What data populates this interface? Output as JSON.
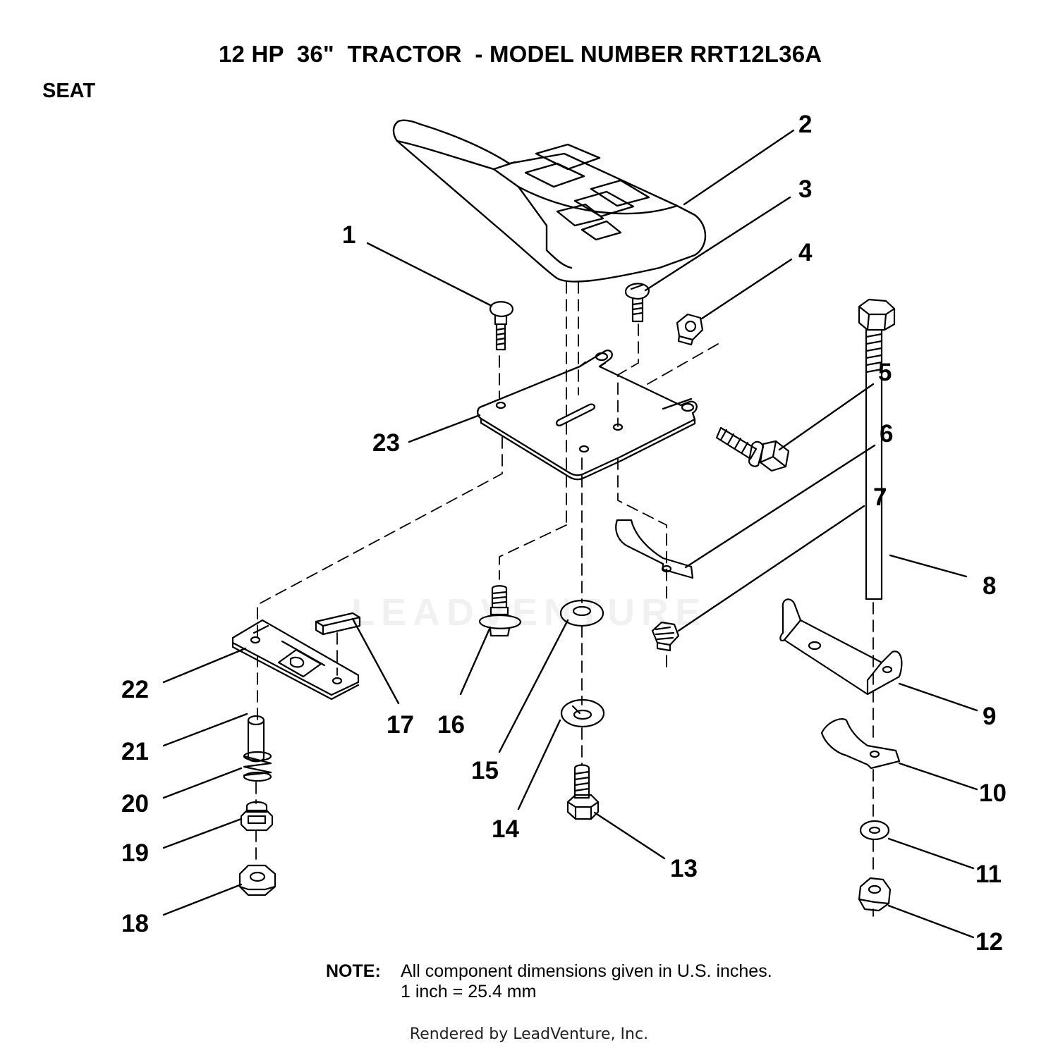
{
  "header": {
    "title": "12 HP  36\"  TRACTOR  - MODEL NUMBER RRT12L36A",
    "section": "SEAT"
  },
  "callouts": [
    "1",
    "2",
    "3",
    "4",
    "5",
    "6",
    "7",
    "8",
    "9",
    "10",
    "11",
    "12",
    "13",
    "14",
    "15",
    "16",
    "17",
    "18",
    "19",
    "20",
    "21",
    "22",
    "23"
  ],
  "note": {
    "label": "NOTE:",
    "line1": "All component dimensions given in U.S. inches.",
    "line2": "1 inch = 25.4 mm"
  },
  "watermark": "LEADVENTURE",
  "footer": "Rendered by LeadVenture, Inc."
}
